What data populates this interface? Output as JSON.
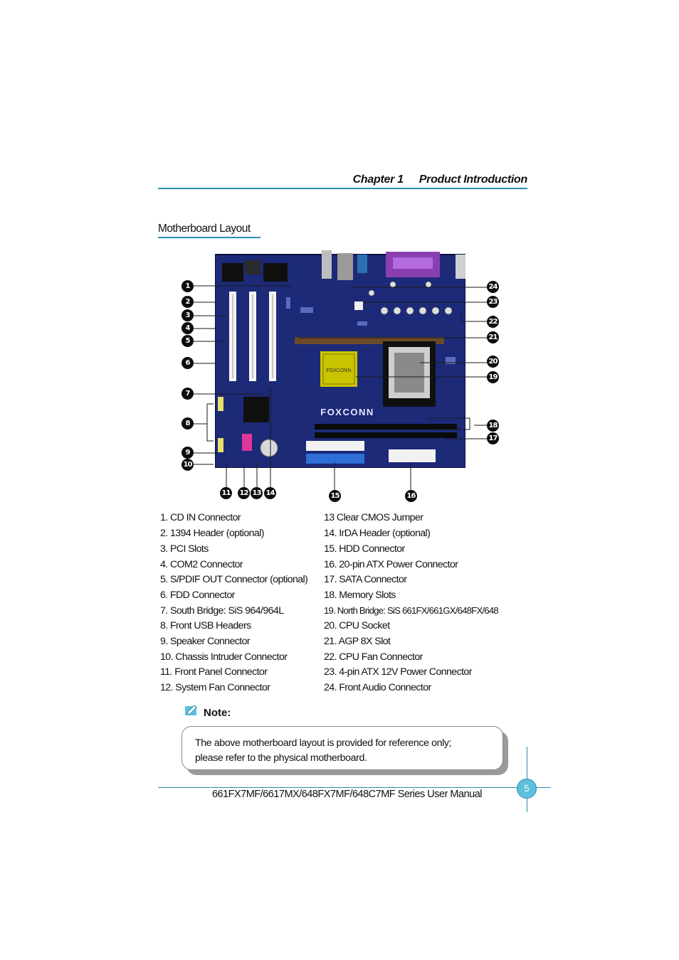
{
  "header": {
    "chapter": "Chapter 1",
    "title": "Product Introduction"
  },
  "section": {
    "title": "Motherboard Layout"
  },
  "figure": {
    "board_brand": "FOXCONN",
    "chip_brand": "FOXCONN",
    "callouts": [
      "1",
      "2",
      "3",
      "4",
      "5",
      "6",
      "7",
      "8",
      "9",
      "10",
      "11",
      "12",
      "13",
      "14",
      "15",
      "16",
      "17",
      "18",
      "19",
      "20",
      "21",
      "22",
      "23",
      "24"
    ]
  },
  "components_left": [
    "1. CD  IN Connector",
    "2. 1394 Header (optional)",
    "3. PCI Slots",
    "4. COM2 Connector",
    "5. S/PDIF OUT Connector (optional)",
    "6. FDD Connector",
    "7. South Bridge: SiS 964/964L",
    "8. Front USB Headers",
    "9. Speaker Connector",
    "10. Chassis Intruder Connector",
    "11. Front Panel Connector",
    "12. System Fan Connector"
  ],
  "components_right": [
    "13 Clear CMOS Jumper",
    "14. IrDA Header (optional)",
    "15. HDD Connector",
    "16. 20-pin ATX Power Connector",
    "17. SATA Connector",
    "18. Memory Slots",
    "19. North Bridge: SiS 661FX/661GX/648FX/648",
    "20. CPU Socket",
    "21. AGP 8X Slot",
    "22. CPU Fan Connector",
    "23. 4-pin ATX 12V Power Connector",
    "24. Front Audio Connector"
  ],
  "note": {
    "label": "Note:",
    "line1": "The above motherboard layout is provided for reference only;",
    "line2": "please refer to the physical motherboard."
  },
  "footer": {
    "manual": "661FX7MF/6617MX/648FX7MF/648C7MF Series User Manual",
    "page": "5"
  },
  "colors": {
    "accent": "#2a8fb0",
    "board": "#1c2a78",
    "page_badge": "#5ec0dc"
  }
}
